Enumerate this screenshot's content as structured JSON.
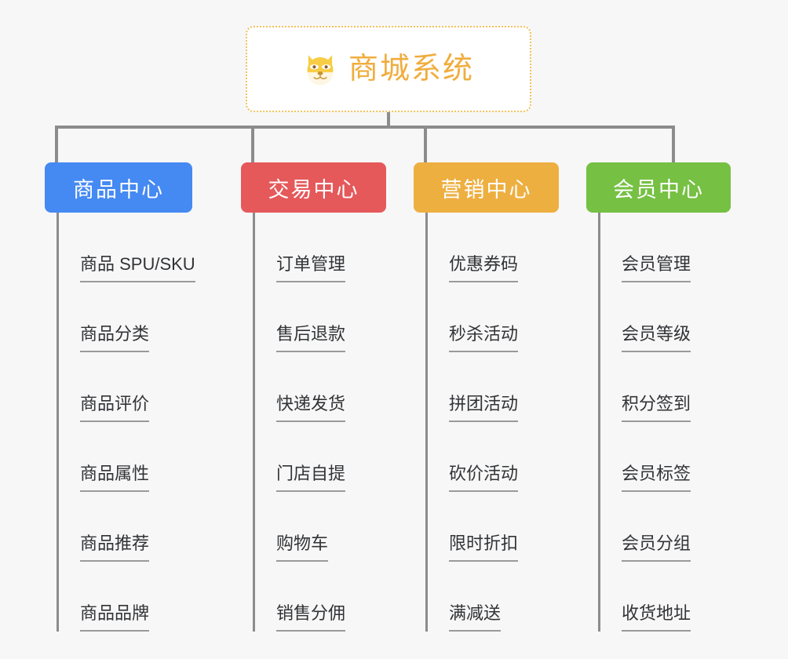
{
  "diagram": {
    "type": "organization-tree",
    "background_color": "#f7f7f7",
    "connector_color": "#8c8c8c",
    "root": {
      "icon": "dog-face-icon",
      "title": "商城系统",
      "title_color": "#f0ad3e",
      "border_color": "#f3c05a",
      "background_color": "#ffffff"
    },
    "columns": [
      {
        "label": "商品中心",
        "color": "#4589f2",
        "items": [
          {
            "label": "商品 SPU/SKU"
          },
          {
            "label": "商品分类"
          },
          {
            "label": "商品评价"
          },
          {
            "label": "商品属性"
          },
          {
            "label": "商品推荐"
          },
          {
            "label": "商品品牌"
          }
        ]
      },
      {
        "label": "交易中心",
        "color": "#e5595b",
        "items": [
          {
            "label": "订单管理"
          },
          {
            "label": "售后退款"
          },
          {
            "label": "快递发货"
          },
          {
            "label": "门店自提"
          },
          {
            "label": "购物车"
          },
          {
            "label": "销售分佣"
          }
        ]
      },
      {
        "label": "营销中心",
        "color": "#eeaf41",
        "items": [
          {
            "label": "优惠券码"
          },
          {
            "label": "秒杀活动"
          },
          {
            "label": "拼团活动"
          },
          {
            "label": "砍价活动"
          },
          {
            "label": "限时折扣"
          },
          {
            "label": "满减送"
          }
        ]
      },
      {
        "label": "会员中心",
        "color": "#76c043",
        "items": [
          {
            "label": "会员管理"
          },
          {
            "label": "会员等级"
          },
          {
            "label": "积分签到"
          },
          {
            "label": "会员标签"
          },
          {
            "label": "会员分组"
          },
          {
            "label": "收货地址"
          }
        ]
      }
    ]
  }
}
